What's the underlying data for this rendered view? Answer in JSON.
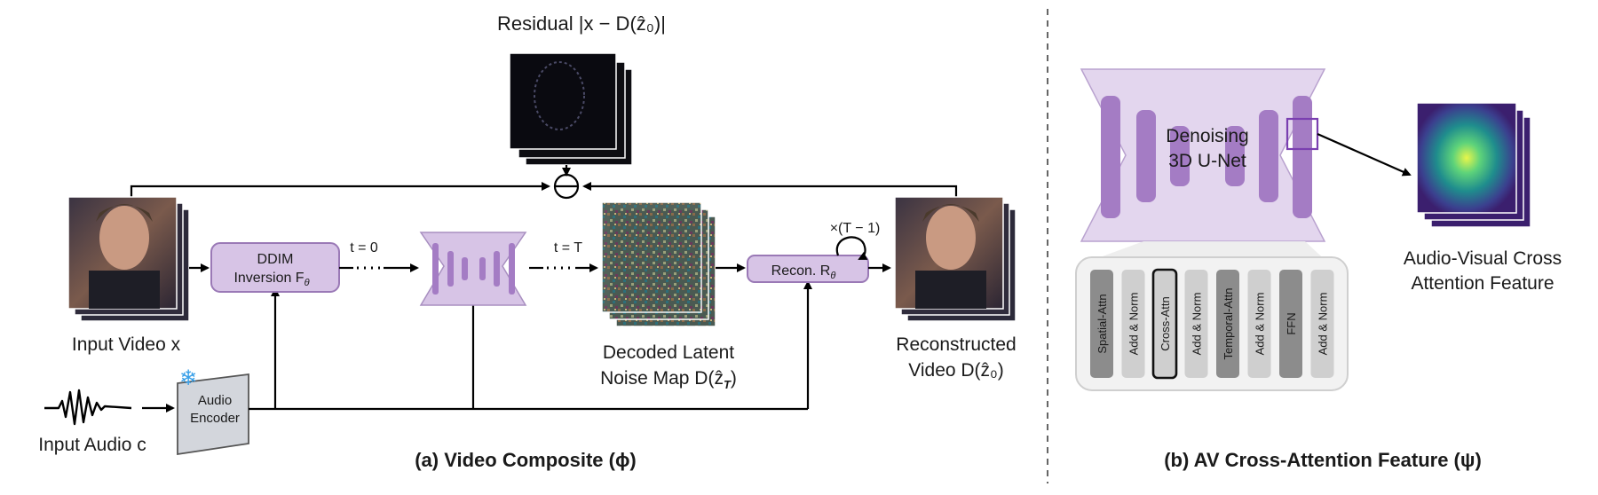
{
  "residual_label": "Residual |x − D(ẑ₀)|",
  "left_panel": {
    "input_video_label": "Input Video x",
    "input_audio_label": "Input Audio c",
    "audio_encoder_line1": "Audio",
    "audio_encoder_line2": "Encoder",
    "ddim_line1": "DDIM",
    "ddim_line2": "Inversion F",
    "ddim_sub": "θ",
    "t_zero": "t = 0",
    "t_T": "t = T",
    "decoded_line1": "Decoded Latent",
    "decoded_line2": "Noise Map D(ẑ",
    "decoded_sub": "T",
    "decoded_end": ")",
    "recon_label": "Recon. R",
    "recon_sub": "θ",
    "loop_label": "×(T − 1)",
    "reconstructed_line1": "Reconstructed",
    "reconstructed_line2": "Video D(ẑ₀)",
    "caption": "(a) Video Composite (ϕ)"
  },
  "right_panel": {
    "unet_line1": "Denoising",
    "unet_line2": "3D U-Net",
    "feature_line1": "Audio-Visual Cross",
    "feature_line2": "Attention Feature",
    "blocks": [
      "Spatial-Attn",
      "Add & Norm",
      "Cross-Attn",
      "Add & Norm",
      "Temporal-Attn",
      "Add & Norm",
      "FFN",
      "Add & Norm"
    ],
    "caption": "(b) AV Cross-Attention Feature (ψ)"
  },
  "colors": {
    "purple_fill": "#d7c4e6",
    "purple_stroke": "#9a79b6",
    "purple_dark": "#a47cc4",
    "block_dark": "#8c8c8c",
    "block_light": "#cfcfcf",
    "highlight_box": "#7a3fb0",
    "snowflake": "#3aa0e8"
  }
}
